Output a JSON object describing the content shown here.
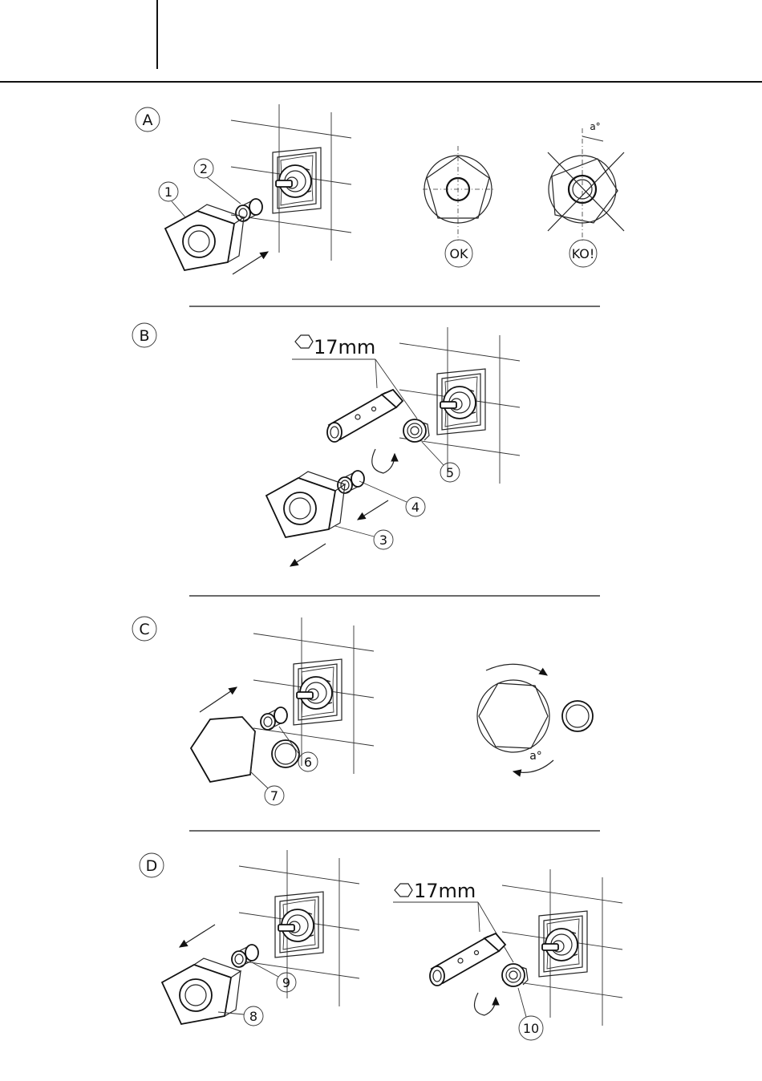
{
  "sections": [
    {
      "letter": "A"
    },
    {
      "letter": "B"
    },
    {
      "letter": "C"
    },
    {
      "letter": "D"
    }
  ],
  "section_a": {
    "callouts": [
      "1",
      "2"
    ],
    "ok_label": "OK",
    "ko_label": "KO!",
    "angle_label": "a°"
  },
  "section_b": {
    "wrench_size": "17mm",
    "callouts": [
      "5",
      "4",
      "3"
    ]
  },
  "section_c": {
    "callouts": [
      "6",
      "7"
    ],
    "angle_label": "a°"
  },
  "section_d": {
    "wrench_size": "17mm",
    "callouts": [
      "9",
      "8",
      "10"
    ]
  }
}
